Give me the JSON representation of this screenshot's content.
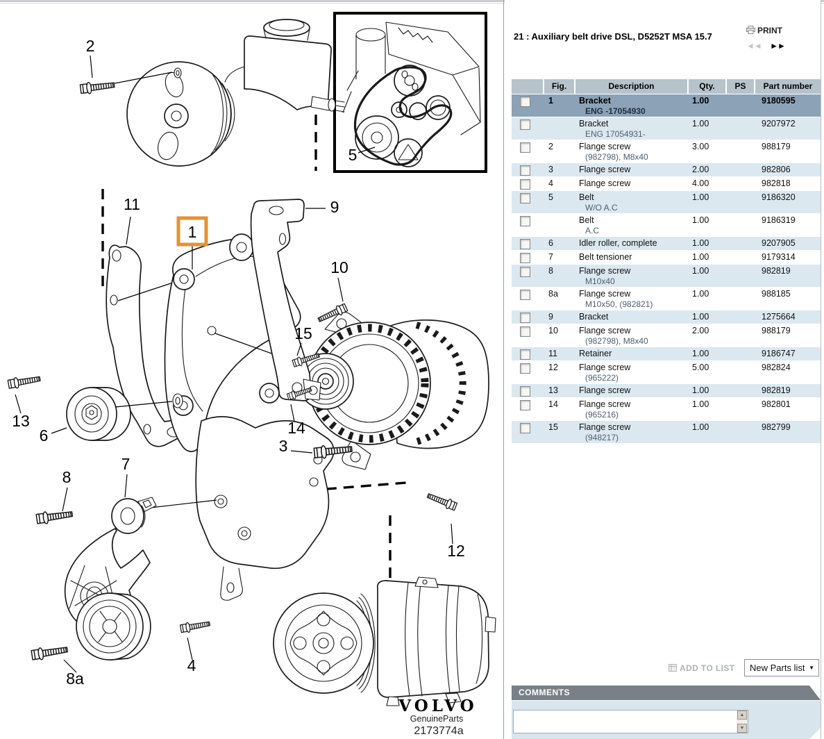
{
  "header": {
    "title": "21 : Auxiliary belt drive DSL, D5252T MSA 15.7",
    "print_label": "PRINT",
    "nav_prev_glyph": "◄◄",
    "nav_next_glyph": "►►"
  },
  "table": {
    "columns": {
      "select": "",
      "fig": "Fig.",
      "description": "Description",
      "qty": "Qty.",
      "ps": "PS",
      "part": "Part number"
    },
    "rows": [
      {
        "fig": "1",
        "desc": "Bracket",
        "sub": "ENG -17054930",
        "qty": "1.00",
        "ps": "",
        "part": "9180595",
        "selected": true,
        "shade": "dark"
      },
      {
        "fig": "",
        "desc": "Bracket",
        "sub": "ENG 17054931-",
        "qty": "1.00",
        "ps": "",
        "part": "9207972",
        "selected": false,
        "shade": "blue"
      },
      {
        "fig": "2",
        "desc": "Flange screw",
        "sub": "(982798), M8x40",
        "qty": "3.00",
        "ps": "",
        "part": "988179",
        "selected": false,
        "shade": "white"
      },
      {
        "fig": "3",
        "desc": "Flange screw",
        "sub": "",
        "qty": "2.00",
        "ps": "",
        "part": "982806",
        "selected": false,
        "shade": "blue"
      },
      {
        "fig": "4",
        "desc": "Flange screw",
        "sub": "",
        "qty": "4.00",
        "ps": "",
        "part": "982818",
        "selected": false,
        "shade": "white"
      },
      {
        "fig": "5",
        "desc": "Belt",
        "sub": "W/O A.C",
        "qty": "1.00",
        "ps": "",
        "part": "9186320",
        "selected": false,
        "shade": "blue"
      },
      {
        "fig": "",
        "desc": "Belt",
        "sub": "A.C",
        "qty": "1.00",
        "ps": "",
        "part": "9186319",
        "selected": false,
        "shade": "white"
      },
      {
        "fig": "6",
        "desc": "Idler roller, complete",
        "sub": "",
        "qty": "1.00",
        "ps": "",
        "part": "9207905",
        "selected": false,
        "shade": "blue"
      },
      {
        "fig": "7",
        "desc": "Belt tensioner",
        "sub": "",
        "qty": "1.00",
        "ps": "",
        "part": "9179314",
        "selected": false,
        "shade": "white"
      },
      {
        "fig": "8",
        "desc": "Flange screw",
        "sub": "M10x40",
        "qty": "1.00",
        "ps": "",
        "part": "982819",
        "selected": false,
        "shade": "blue"
      },
      {
        "fig": "8a",
        "desc": "Flange screw",
        "sub": "M10x50, (982821)",
        "qty": "1.00",
        "ps": "",
        "part": "988185",
        "selected": false,
        "shade": "white"
      },
      {
        "fig": "9",
        "desc": "Bracket",
        "sub": "",
        "qty": "1.00",
        "ps": "",
        "part": "1275664",
        "selected": false,
        "shade": "blue"
      },
      {
        "fig": "10",
        "desc": "Flange screw",
        "sub": "(982798), M8x40",
        "qty": "2.00",
        "ps": "",
        "part": "988179",
        "selected": false,
        "shade": "white"
      },
      {
        "fig": "11",
        "desc": "Retainer",
        "sub": "",
        "qty": "1.00",
        "ps": "",
        "part": "9186747",
        "selected": false,
        "shade": "blue"
      },
      {
        "fig": "12",
        "desc": "Flange screw",
        "sub": "(965222)",
        "qty": "5.00",
        "ps": "",
        "part": "982824",
        "selected": false,
        "shade": "white"
      },
      {
        "fig": "13",
        "desc": "Flange screw",
        "sub": "",
        "qty": "1.00",
        "ps": "",
        "part": "982819",
        "selected": false,
        "shade": "blue"
      },
      {
        "fig": "14",
        "desc": "Flange screw",
        "sub": "(965216)",
        "qty": "1.00",
        "ps": "",
        "part": "982801",
        "selected": false,
        "shade": "white"
      },
      {
        "fig": "15",
        "desc": "Flange screw",
        "sub": "(948217)",
        "qty": "1.00",
        "ps": "",
        "part": "982799",
        "selected": false,
        "shade": "blue"
      }
    ]
  },
  "actions": {
    "add_to_list": "ADD TO LIST",
    "parts_list_value": "New Parts list",
    "dropdown_arrow_glyph": "▼"
  },
  "comments": {
    "label": "COMMENTS",
    "value": "",
    "scroll_up_glyph": "▲",
    "scroll_down_glyph": "▼"
  },
  "diagram": {
    "logo": "VOLVO",
    "logo_subtitle": "GenuineParts",
    "drawing_number": "2173774a",
    "highlight_color": "#e8912f",
    "callouts": {
      "c1": "1",
      "c2": "2",
      "c3": "3",
      "c4": "4",
      "c5": "5",
      "c6": "6",
      "c7": "7",
      "c8": "8",
      "c8a": "8a",
      "c9": "9",
      "c10": "10",
      "c11": "11",
      "c12": "12",
      "c13": "13",
      "c14": "14",
      "c15": "15"
    }
  },
  "colors": {
    "selected_row": "#8ca3b7",
    "row_alt": "#dce8f0",
    "table_header_bg": "#b7c3cb",
    "comments_bar": "#798087",
    "comments_bg": "#d9e5ed",
    "highlight": "#e8912f"
  }
}
